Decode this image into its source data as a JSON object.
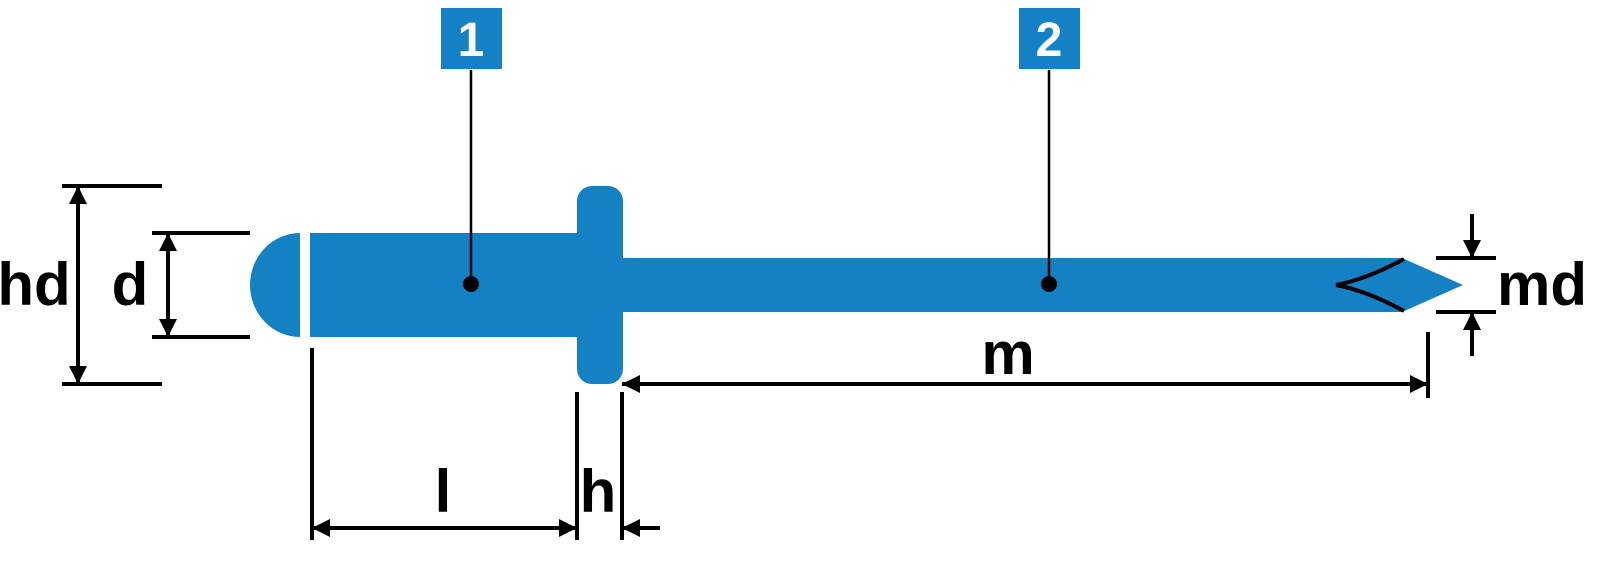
{
  "diagram": {
    "title": "blind-rivet-dimension-diagram"
  },
  "colors": {
    "accent_blue": "#1581c5",
    "line_black": "#000000",
    "label_white": "#ffffff"
  },
  "callouts": {
    "body": {
      "number": "1"
    },
    "mandrel": {
      "number": "2"
    }
  },
  "dimension_labels": {
    "head_diameter": "hd",
    "body_diameter": "d",
    "mandrel_diameter": "md",
    "mandrel_length": "m",
    "body_length": "l",
    "head_height": "h"
  }
}
